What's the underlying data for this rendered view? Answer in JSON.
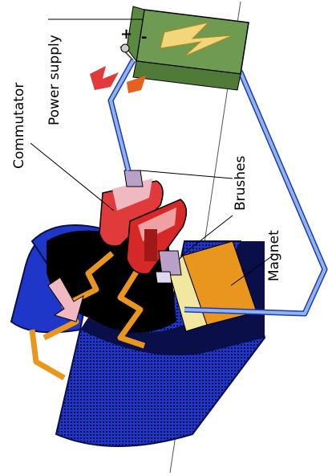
{
  "labels": {
    "commutator": "Commutator",
    "power_supply": "Power supply",
    "brushes": "Brushes",
    "magnet": "Magnet"
  },
  "battery_terminals": {
    "positive": "+",
    "negative": "-"
  },
  "colors": {
    "magnet_blue": "#1f37c8",
    "magnet_dark": "#0a0f4a",
    "wire": "#8fb6e0",
    "battery": "#6f9a52",
    "commutator": "#e03a3a",
    "coil": "#e8961e",
    "pole": "#f2e7a0"
  },
  "icons": [
    "lightning-icon",
    "current-arrow-icon"
  ]
}
